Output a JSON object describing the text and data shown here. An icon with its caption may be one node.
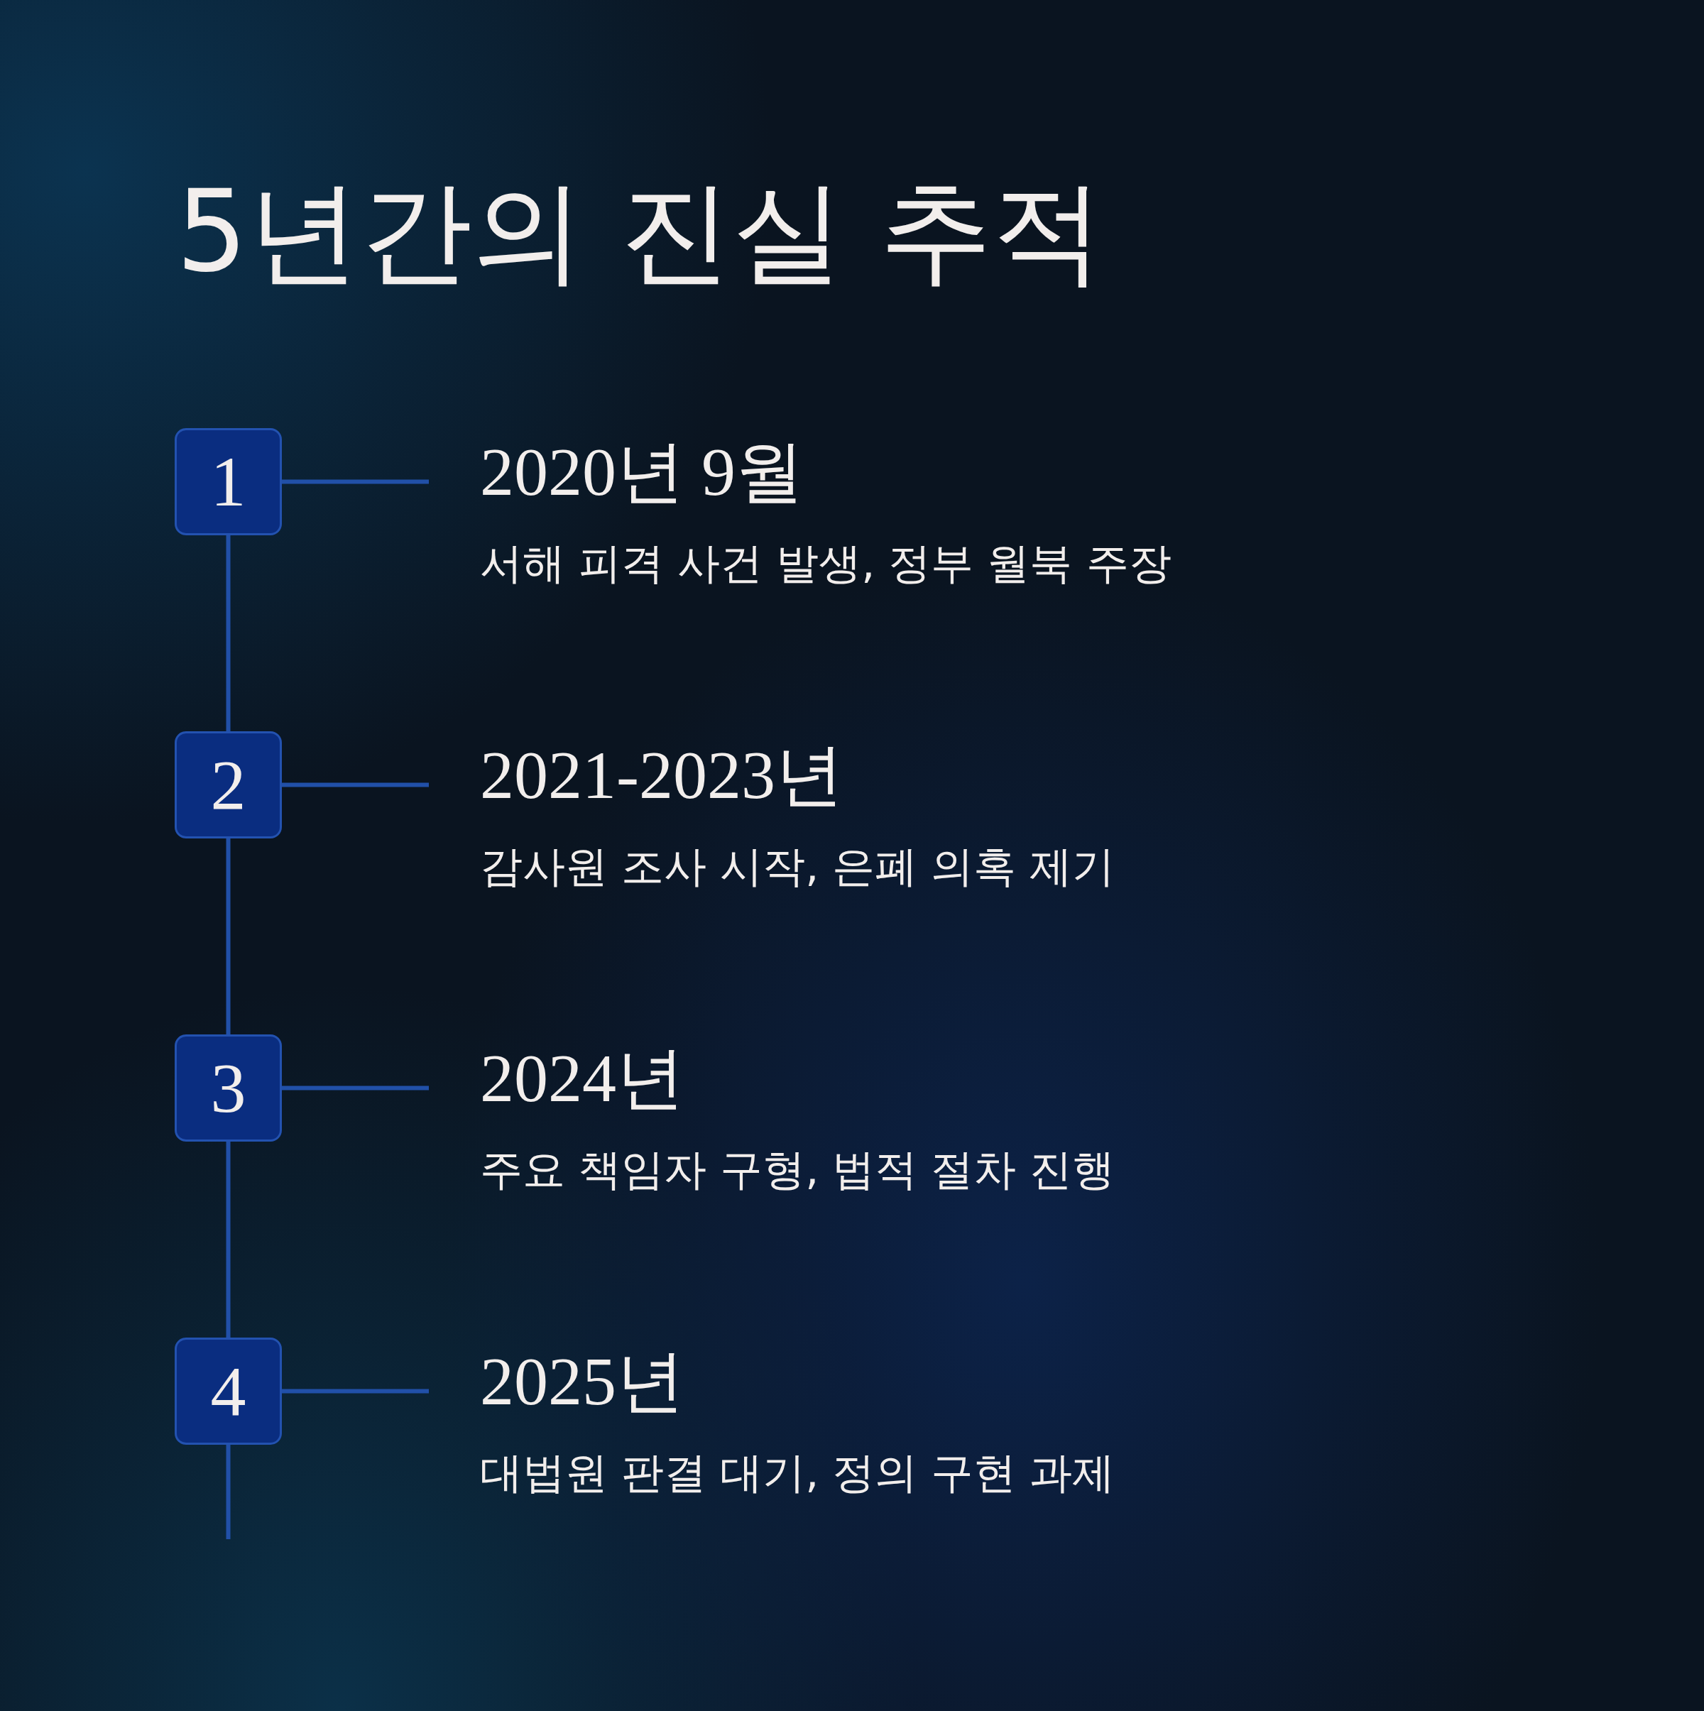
{
  "diagram": {
    "title": "5년간의 진실 추적",
    "nodes": [
      {
        "text": [
          "1"
        ]
      },
      {
        "text": [
          "2020년 9월",
          "서해 피격 사건 발생, 정부 월북 주장"
        ]
      },
      {
        "text": [
          "2"
        ]
      },
      {
        "text": [
          "2021-2023년",
          "감사원 조사 시작, 은폐 의혹 제기"
        ]
      },
      {
        "text": [
          "3"
        ]
      },
      {
        "text": [
          "2024년",
          "주요 책임자 구형, 법적 절차 진행"
        ]
      },
      {
        "text": [
          "4"
        ]
      },
      {
        "text": [
          "2025년",
          "대법원 판결 대기, 정의 구현 과제"
        ]
      }
    ],
    "edges": [
      {
        "from": 0,
        "to": 1,
        "arrow": "none"
      },
      {
        "from": 2,
        "to": 3,
        "arrow": "none"
      },
      {
        "from": 4,
        "to": 5,
        "arrow": "none"
      },
      {
        "from": 6,
        "to": 7,
        "arrow": "none"
      },
      {
        "from": 0,
        "to": 2,
        "arrow": "none"
      },
      {
        "from": 2,
        "to": 4,
        "arrow": "none"
      },
      {
        "from": 4,
        "to": 6,
        "arrow": "none"
      },
      {
        "from": 6,
        "to": null,
        "arrow": "none"
      }
    ]
  }
}
